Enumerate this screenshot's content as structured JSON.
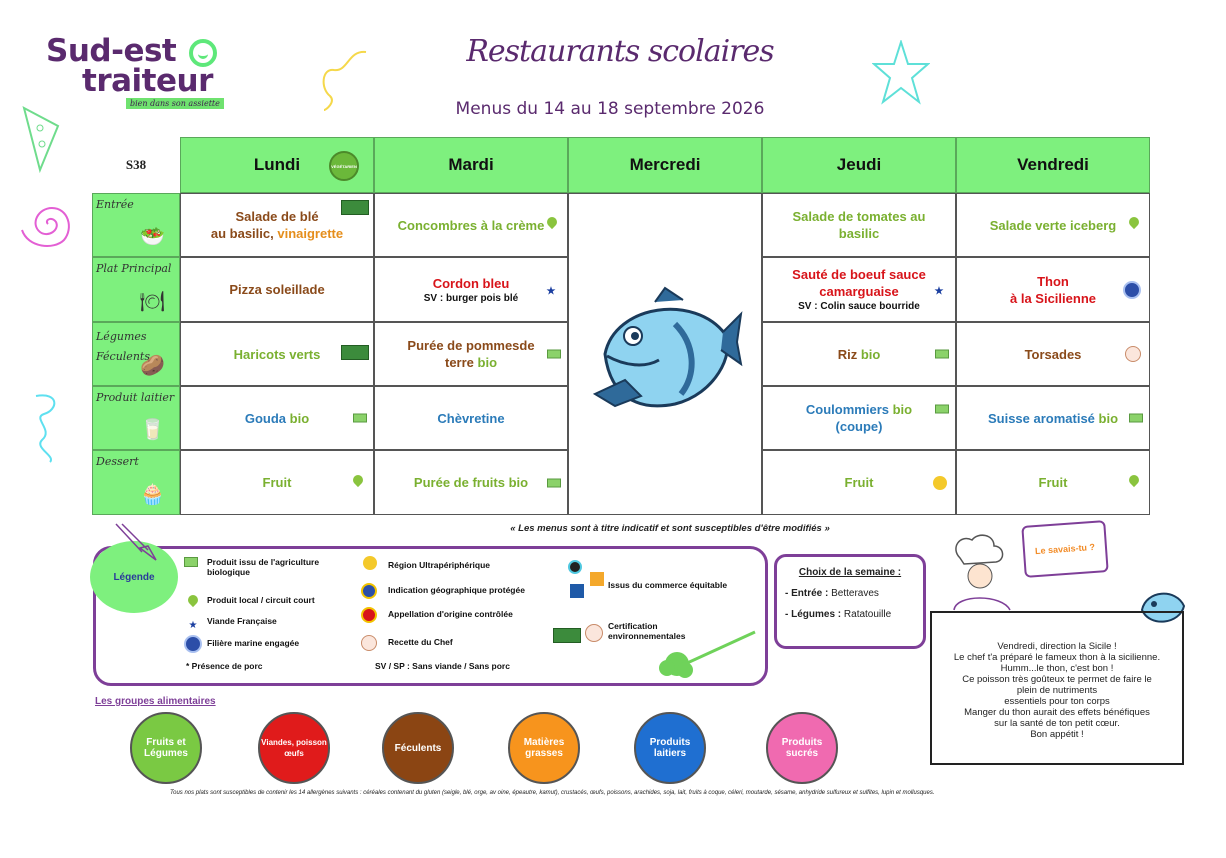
{
  "logo": {
    "line1": "Sud-est",
    "line2": "traiteur",
    "tagline": "bien dans son assiette"
  },
  "header": {
    "title": "Restaurants scolaires",
    "subtitle": "Menus du 14 au 18 septembre 2026"
  },
  "week": "S38",
  "days": [
    "Lundi",
    "Mardi",
    "Mercredi",
    "Jeudi",
    "Vendredi"
  ],
  "vegetarian_badge": "VÉGÉTARIEN",
  "rows": [
    "Entrée",
    "Plat Principal",
    "Légumes Féculents",
    "Produit laitier",
    "Dessert"
  ],
  "menu": {
    "lundi": {
      "entree_1": "Salade de blé",
      "entree_2a": "au basilic, ",
      "entree_2b": "vinaigrette",
      "plat": "Pizza soleillade",
      "legumes": "Haricots verts",
      "laitier_a": "Gouda ",
      "laitier_b": "bio",
      "dessert": "Fruit"
    },
    "mardi": {
      "entree": "Concombres à la crème",
      "plat": "Cordon bleu",
      "plat_sv": "SV : burger pois blé",
      "legumes_a": "Purée de pommesde",
      "legumes_b": "terre ",
      "legumes_c": "bio",
      "laitier": "Chèvretine",
      "dessert_a": "Purée de fruits ",
      "dessert_b": "bio"
    },
    "jeudi": {
      "entree": "Salade de tomates au basilic",
      "plat": "Sauté de boeuf sauce camarguaise",
      "plat_sv": "SV : Colin sauce bourride",
      "legumes_a": "Riz ",
      "legumes_b": "bio",
      "laitier_a": "Coulommiers ",
      "laitier_b": "bio",
      "laitier_c": "(coupe)",
      "dessert": "Fruit"
    },
    "vendredi": {
      "entree": "Salade verte iceberg",
      "plat_1": "Thon",
      "plat_2": "à la Sicilienne",
      "legumes": "Torsades",
      "laitier_a": "Suisse aromatisé ",
      "laitier_b": "bio",
      "dessert": "Fruit"
    }
  },
  "notice": "« Les menus sont à titre indicatif et sont susceptibles d'être modifiés »",
  "legend": {
    "title": "Légende",
    "bio": "Produit issu de l'agriculture biologique",
    "local": "Produit local / circuit court",
    "viande": "Viande Française",
    "marine": "Filière marine engagée",
    "porc": "* Présence de porc",
    "rup": "Région Ultrapériphérique",
    "igp": "Indication géographique protégée",
    "aoc": "Appellation d'origine contrôlée",
    "chef": "Recette du Chef",
    "svsp": "SV / SP : Sans viande / Sans porc",
    "equitable": "Issus du commerce équitable",
    "certif": "Certification environnementales"
  },
  "choix": {
    "title": "Choix de la semaine :",
    "entree_label": "- Entrée :",
    "entree_value": "Betteraves",
    "legumes_label": "- Légumes :",
    "legumes_value": "Ratatouille"
  },
  "savais": {
    "bubble": "Le savais-tu ?",
    "lines": [
      "Vendredi, direction la Sicile !",
      "Le chef t'a préparé le fameux thon à la sicilienne.",
      "Humm...le thon, c'est bon !",
      "Ce poisson très goûteux te permet de faire le",
      "plein de nutriments",
      "essentiels pour ton corps",
      "Manger du thon aurait des effets bénéfiques",
      "sur la santé de ton petit cœur.",
      "Bon appétit !"
    ]
  },
  "groupes": {
    "title": "Les groupes alimentaires",
    "items": [
      {
        "label": "Fruits et Légumes",
        "color": "#7ac943"
      },
      {
        "label": "Viandes, poisson œufs",
        "color": "#e01b1b"
      },
      {
        "label": "Féculents",
        "color": "#8b4513"
      },
      {
        "label": "Matières grasses",
        "color": "#f7941d"
      },
      {
        "label": "Produits laitiers",
        "color": "#1f6fd1"
      },
      {
        "label": "Produits sucrés",
        "color": "#f06ab0"
      }
    ]
  },
  "allergens": "Tous nos plats sont susceptibles de contenir les 14 allergènes suivants : céréales contenant du gluten (seigle, blé, orge, av oine, épeautre, kamut), crustacés, œufs, poissons, arachides, soja, lait, fruits à coque, céleri, moutarde, sésame, anhydride sulfureux et sulfites, lupin et mollusques.",
  "colors": {
    "brand": "#5a2a6e",
    "header_green": "#7ef07e",
    "legend_border": "#7e3f98"
  }
}
